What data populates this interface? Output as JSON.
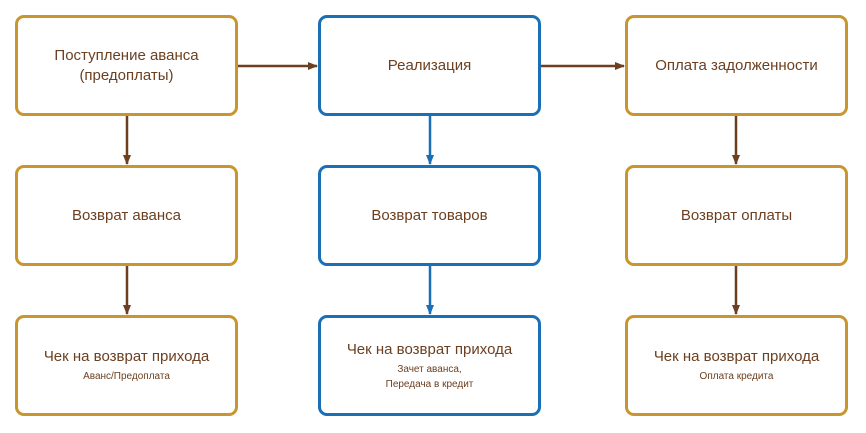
{
  "colors": {
    "gold": "#c9952f",
    "blue": "#1b6fb6",
    "brown": "#6b3f1f"
  },
  "nodes": {
    "advance_receipt": {
      "title": "Поступление аванса (предоплаты)"
    },
    "sale": {
      "title": "Реализация"
    },
    "debt_payment": {
      "title": "Оплата задолженности"
    },
    "advance_return": {
      "title": "Возврат аванса"
    },
    "goods_return": {
      "title": "Возврат товаров"
    },
    "payment_return": {
      "title": "Возврат оплаты"
    },
    "receipt_1": {
      "title": "Чек на возврат прихода",
      "subtitle": "Аванс/Предоплата"
    },
    "receipt_2": {
      "title": "Чек на возврат прихода",
      "subtitle_line1": "Зачет аванса,",
      "subtitle_line2": "Передача в кредит"
    },
    "receipt_3": {
      "title": "Чек на возврат прихода",
      "subtitle": "Оплата кредита"
    }
  },
  "edges": [
    {
      "from": "advance_receipt",
      "to": "sale",
      "color": "brown"
    },
    {
      "from": "sale",
      "to": "debt_payment",
      "color": "brown"
    },
    {
      "from": "advance_receipt",
      "to": "advance_return",
      "color": "brown"
    },
    {
      "from": "advance_return",
      "to": "receipt_1",
      "color": "brown"
    },
    {
      "from": "sale",
      "to": "goods_return",
      "color": "blue"
    },
    {
      "from": "goods_return",
      "to": "receipt_2",
      "color": "blue"
    },
    {
      "from": "debt_payment",
      "to": "payment_return",
      "color": "brown"
    },
    {
      "from": "payment_return",
      "to": "receipt_3",
      "color": "brown"
    }
  ]
}
